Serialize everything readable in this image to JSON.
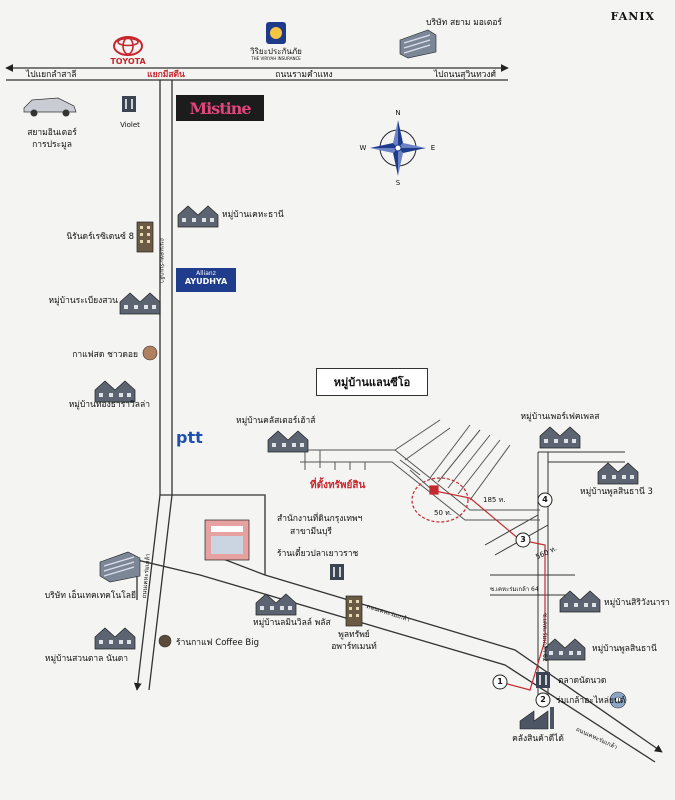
{
  "corner_label": "FANIX",
  "compass": {
    "n": "N",
    "s": "S",
    "e": "E",
    "w": "W"
  },
  "village_title": "หมู่บ้านแลนซีโอ",
  "brands": {
    "toyota": "TOYOTA",
    "viriyah_name": "วิริยะประกันภัย",
    "viriyah_sub": "THE VIRIYAH INSURANCE",
    "mistine": "Mistine",
    "allianz_top": "Allianz",
    "allianz_bottom": "AYUDHYA",
    "ptt": "ptt"
  },
  "roads": {
    "left_arrow": "ไปแยกลำสาลี",
    "junction": "แยกมีสตีน",
    "ramkhamhaeng": "ถนนรามคำแหง",
    "right_arrow": "ไปถนนสุวินทวงศ์",
    "vertical": "ถนนเคหะร่มเกล้า",
    "south_vertical": "ถนนเคหะร่มเกล้า",
    "diagonal": "ถนนเคหะร่มเกล้า",
    "diagonal_end": "ถนนเคหะร่มเกล้า",
    "soi1": "ซ.เคหะร่มเกล้า 64",
    "soi2": "ซ.เคหะร่มเกล้า 62"
  },
  "distances": {
    "d50": "50 ท.",
    "d185": "185 ท.",
    "d560": "560 ท."
  },
  "route_points": [
    "1",
    "2",
    "3",
    "4"
  ],
  "labels": {
    "siam_motor": "บริษัท สยาม มอเตอร์",
    "siam_inter_1": "สยามอินเตอร์",
    "siam_inter_2": "การประมูล",
    "violet": "Violet",
    "keha_thani": "หมู่บ้านเคหะธานี",
    "residence": "นิรันดร์เรซิเดนซ์ 8",
    "rabiang_suan": "หมู่บ้านระเบียงสวน",
    "cafe_chaodoi": "กาแฟสด ชาวดอย",
    "thong_thara": "หมู่บ้านทองธาราวิลล่า",
    "classic_house": "หมู่บ้านคลัสเตอร์เฮ้าส์",
    "property_site": "ที่ตั้งทรัพย์สิน",
    "land_office_1": "สำนักงานที่ดินกรุงเทพฯ",
    "land_office_2": "สาขามีนบุรี",
    "fish_shop": "ร้านเตี๋ยวปลาเยาวราช",
    "entech": "บริษัท เอ็นเทคเทคโนโลยี",
    "suan_tan": "หมู่บ้านสวนตาล นันดา",
    "cafe_big": "ร้านกาแฟ Coffee Big",
    "lamina": "หมู่บ้านลมินวิลล์ พลัส",
    "pura_1": "พูลทรัพย์",
    "pura_2": "อพาร์ทเมนท์",
    "perfect_place": "หมู่บ้านเพอร์เฟคเพลส",
    "phruksa_3": "หมู่บ้านพูลสินธานี 3",
    "sirin": "หมู่บ้านสิริวังนารา",
    "phruksa": "หมู่บ้านพูลสินธานี",
    "market": "ตลาดนัดนวด",
    "car_parts": "ร่มเกล้าอะไหล่ยนต์",
    "warehouse": "คลังสินค้าดีได้"
  },
  "colors": {
    "road": "#3a3a3a",
    "route": "#c6282f",
    "building": "#4b5563"
  }
}
